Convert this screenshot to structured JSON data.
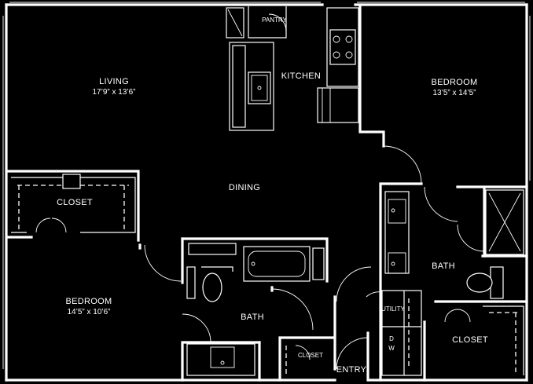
{
  "rooms": {
    "living": {
      "name": "LIVING",
      "dims": "17’9” x 13’6”"
    },
    "kitchen": {
      "name": "KITCHEN"
    },
    "pantry": {
      "name": "PANTRY"
    },
    "bedroom_right": {
      "name": "BEDROOM",
      "dims": "13’5” x 14’5”"
    },
    "dining": {
      "name": "DINING"
    },
    "closet_left": {
      "name": "CLOSET"
    },
    "bedroom_left": {
      "name": "BEDROOM",
      "dims": "14’5” x 10’6”"
    },
    "bath_center": {
      "name": "BATH"
    },
    "bath_right": {
      "name": "BATH"
    },
    "closet_right": {
      "name": "CLOSET"
    },
    "closet_small": {
      "name": "CLOSET"
    },
    "utility": {
      "name": "UTILITY"
    },
    "entry": {
      "name": "ENTRY"
    }
  },
  "appliances": {
    "dishwasher_d": "D",
    "dishwasher_w": "W"
  },
  "colors": {
    "background": "#000000",
    "lines": "#ffffff"
  }
}
